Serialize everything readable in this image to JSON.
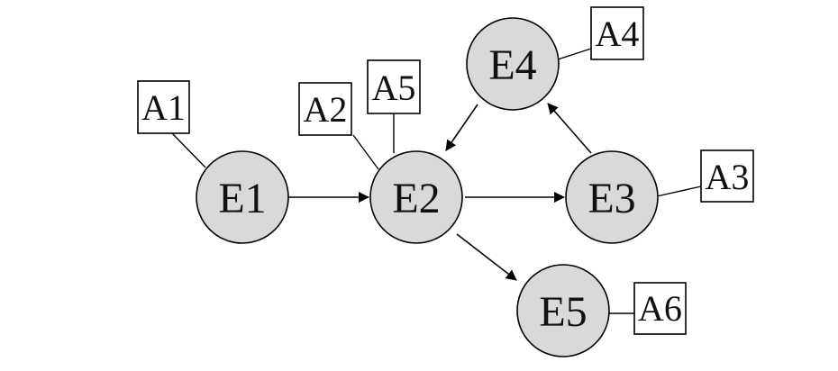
{
  "entities": [
    {
      "id": "E1",
      "label": "E1"
    },
    {
      "id": "E2",
      "label": "E2"
    },
    {
      "id": "E3",
      "label": "E3"
    },
    {
      "id": "E4",
      "label": "E4"
    },
    {
      "id": "E5",
      "label": "E5"
    }
  ],
  "attributes": [
    {
      "id": "A1",
      "label": "A1",
      "entity": "E1"
    },
    {
      "id": "A2",
      "label": "A2",
      "entity": "E2"
    },
    {
      "id": "A5",
      "label": "A5",
      "entity": "E2"
    },
    {
      "id": "A4",
      "label": "A4",
      "entity": "E4"
    },
    {
      "id": "A3",
      "label": "A3",
      "entity": "E3"
    },
    {
      "id": "A6",
      "label": "A6",
      "entity": "E5"
    }
  ],
  "edges": [
    {
      "from": "E1",
      "to": "E2"
    },
    {
      "from": "E2",
      "to": "E3"
    },
    {
      "from": "E3",
      "to": "E4"
    },
    {
      "from": "E4",
      "to": "E2"
    },
    {
      "from": "E2",
      "to": "E5"
    }
  ],
  "colors": {
    "node_fill": "#d9d9d9",
    "stroke": "#000000",
    "box_fill": "#ffffff"
  }
}
